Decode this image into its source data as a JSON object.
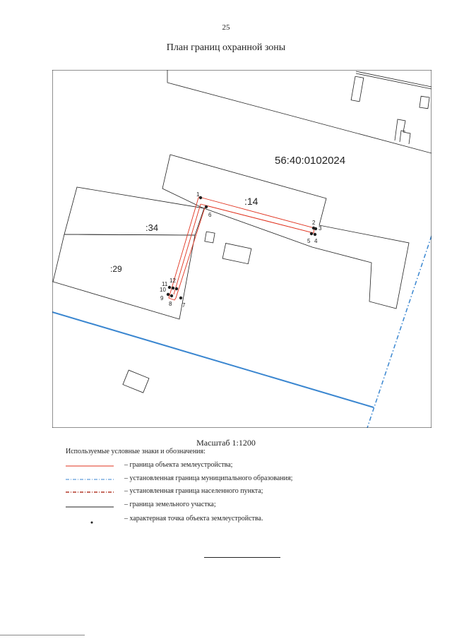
{
  "page_number": "25",
  "title": "План границ охранной зоны",
  "map": {
    "cadastral_block": "56:40:0102024",
    "parcels": [
      ":14",
      ":34",
      ":29"
    ],
    "points": [
      "1",
      "2",
      "3",
      "4",
      "5",
      "6",
      "7",
      "8",
      "9",
      "10",
      "11",
      "12"
    ]
  },
  "scale": "Масштаб 1:1200",
  "legend": {
    "title": "Используемые условные знаки и обозначения:",
    "items": [
      {
        "symbol": "red-line",
        "color": "#e0321e",
        "label": "– граница объекта землеустройства;"
      },
      {
        "symbol": "blue-dash-dot-line",
        "color": "#3a86d0",
        "label": "– установленная граница муниципального образования;"
      },
      {
        "symbol": "red-dash-dot-line",
        "color": "#b33a2a",
        "label": "– установленная граница населенного пункта;"
      },
      {
        "symbol": "black-line",
        "color": "#222222",
        "label": "– граница земельного участка;"
      },
      {
        "symbol": "black-point",
        "color": "#222222",
        "label": "– характерная точка объекта землеустройства."
      }
    ]
  }
}
